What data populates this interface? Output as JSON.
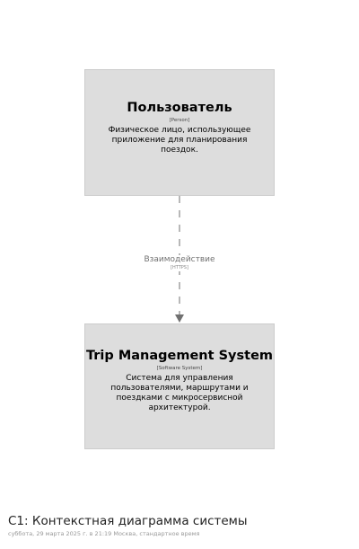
{
  "diagram": {
    "nodes": {
      "user": {
        "title": "Пользователь",
        "type": "[Person]",
        "description": "Физическое лицо, использующее приложение для планирования поездок."
      },
      "system": {
        "title": "Trip Management System",
        "type": "[Software System]",
        "description": "Система для управления пользователями, маршрутами и поездками с микросервисной архитектурой."
      }
    },
    "edge": {
      "label": "Взаимодействие",
      "technology": "[HTTPS]"
    },
    "footer": {
      "title": "C1: Контекстная диаграмма системы",
      "date": "суббота, 29 марта 2025 г. в 21:19 Москва, стандартное время"
    },
    "colors": {
      "node_fill": "#dddddd",
      "node_stroke": "#cccccc",
      "edge": "#707070",
      "background": "#ffffff"
    }
  }
}
